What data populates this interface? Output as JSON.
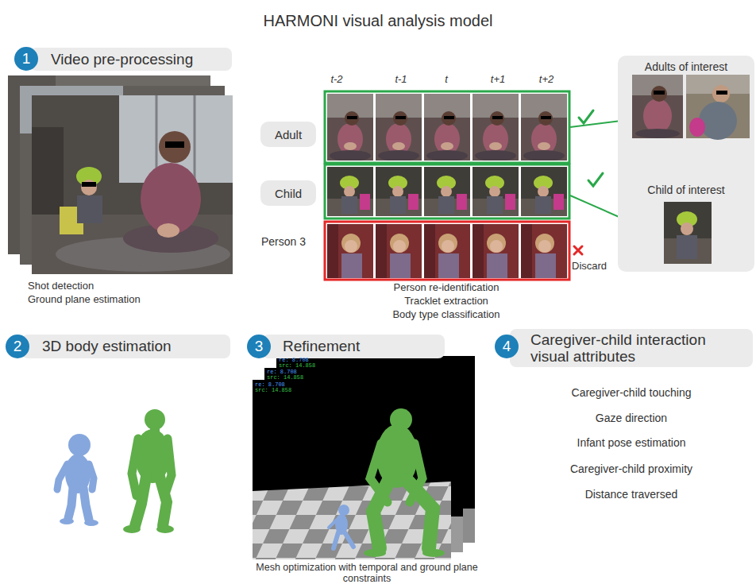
{
  "diagram": {
    "title": "HARMONI visual analysis model",
    "nodes": [
      {
        "text": [
          "1"
        ]
      },
      {
        "text": [
          "Video pre-processing"
        ]
      },
      {
        "text": [
          "Adult"
        ]
      },
      {
        "text": [
          "Child"
        ]
      },
      {
        "text": [
          "Adults of interest",
          "Child of interest"
        ]
      },
      {
        "text": [
          "2"
        ]
      },
      {
        "text": [
          "3D body estimation"
        ]
      },
      {
        "text": [
          "3"
        ]
      },
      {
        "text": [
          "Refinement"
        ]
      },
      {
        "text": [
          "4"
        ]
      },
      {
        "text": [
          "Caregiver-child interaction visual attributes"
        ]
      }
    ],
    "labels": [
      "t-2",
      "t-1",
      "t",
      "t+1",
      "t+2",
      "Person 3",
      "Discard",
      "Shot detection",
      "Ground plane estimation",
      "Person re-identification",
      "Tracklet extraction",
      "Body type classification",
      "re: 8.708",
      "src: 14.858",
      "re: 8.708",
      "src: 14.858",
      "re: 8.708",
      "src: 14.858",
      "Mesh optimization with temporal and ground plane constraints",
      "Caregiver-child touching",
      "Gaze direction",
      "Infant pose estimation",
      "Caregiver-child proximity",
      "Distance traversed"
    ]
  }
}
